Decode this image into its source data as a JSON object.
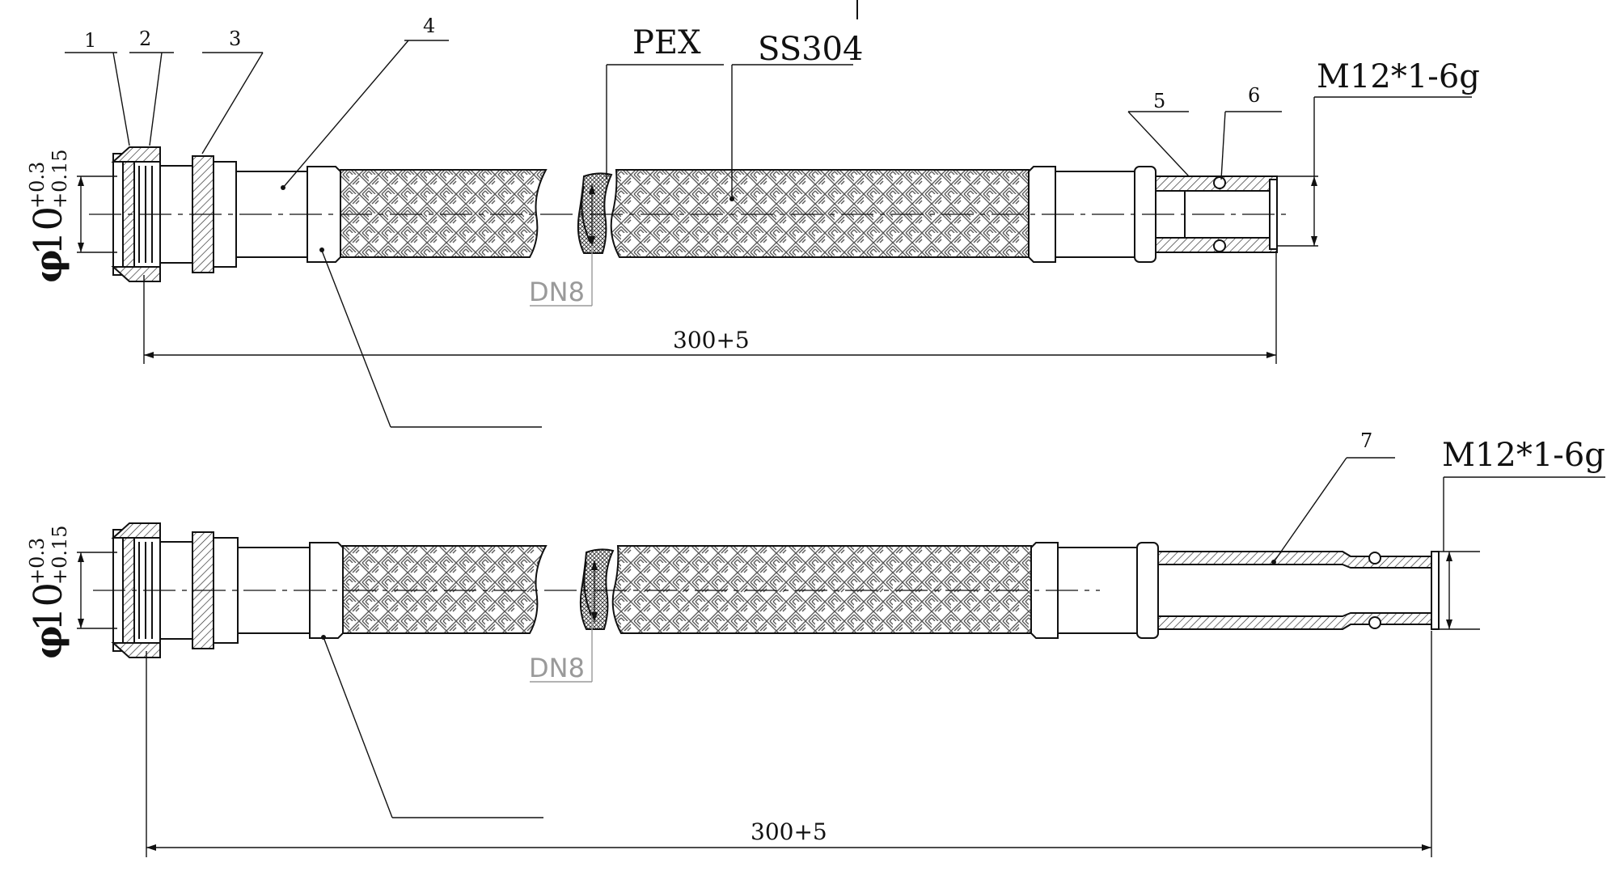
{
  "callouts": [
    "1",
    "2",
    "3",
    "4",
    "5",
    "6",
    "7"
  ],
  "material_labels": {
    "pex": "PEX",
    "braid": "SS304"
  },
  "nominal_size": "DN8",
  "thread_spec": "M12*1-6g",
  "diameter": {
    "symbol": "φ",
    "nominal": "10",
    "upper_tol": "+0.3",
    "lower_tol": "+0.15"
  },
  "length_dim": "300+5",
  "colors": {
    "line": "#111111",
    "hatch": "#555555",
    "dn_leader": "#9a9a9a",
    "background": "#ffffff"
  }
}
